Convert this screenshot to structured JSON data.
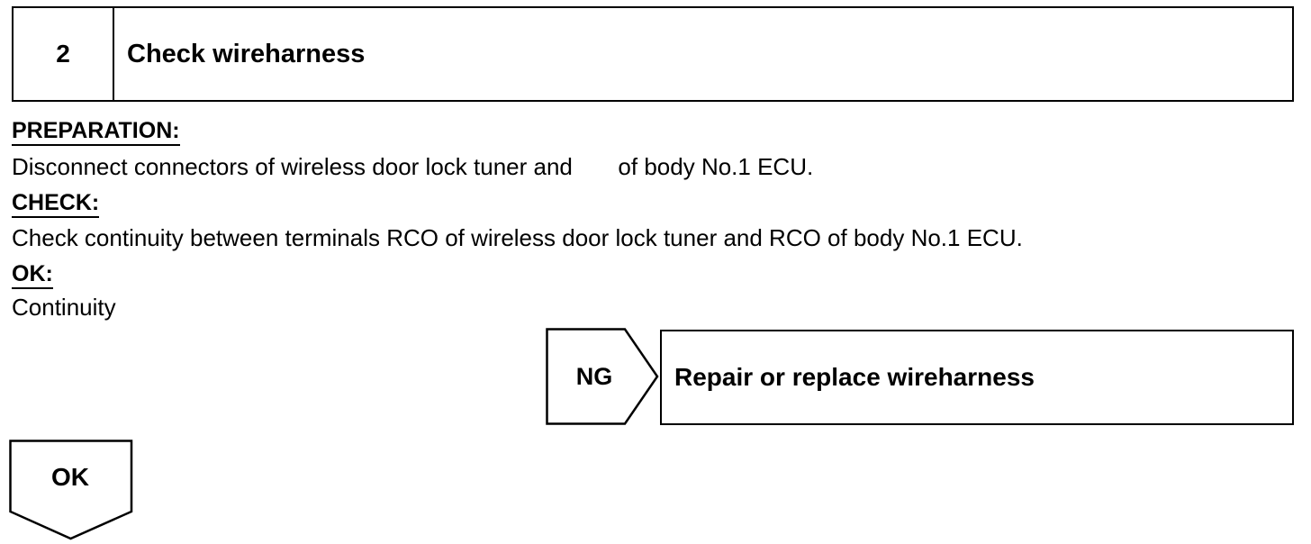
{
  "step": {
    "number": "2",
    "title": "Check wireharness"
  },
  "preparation": {
    "heading": "PREPARATION:",
    "text": "Disconnect connectors of wireless door lock tuner and       of body No.1 ECU."
  },
  "check": {
    "heading": "CHECK:",
    "text": "Check continuity between terminals RCO of wireless door lock tuner and RCO of body No.1 ECU."
  },
  "ok_section": {
    "heading": "OK:",
    "text": "Continuity"
  },
  "flow": {
    "ng_label": "NG",
    "ng_action": "Repair or replace wireharness",
    "ok_label": "OK"
  }
}
